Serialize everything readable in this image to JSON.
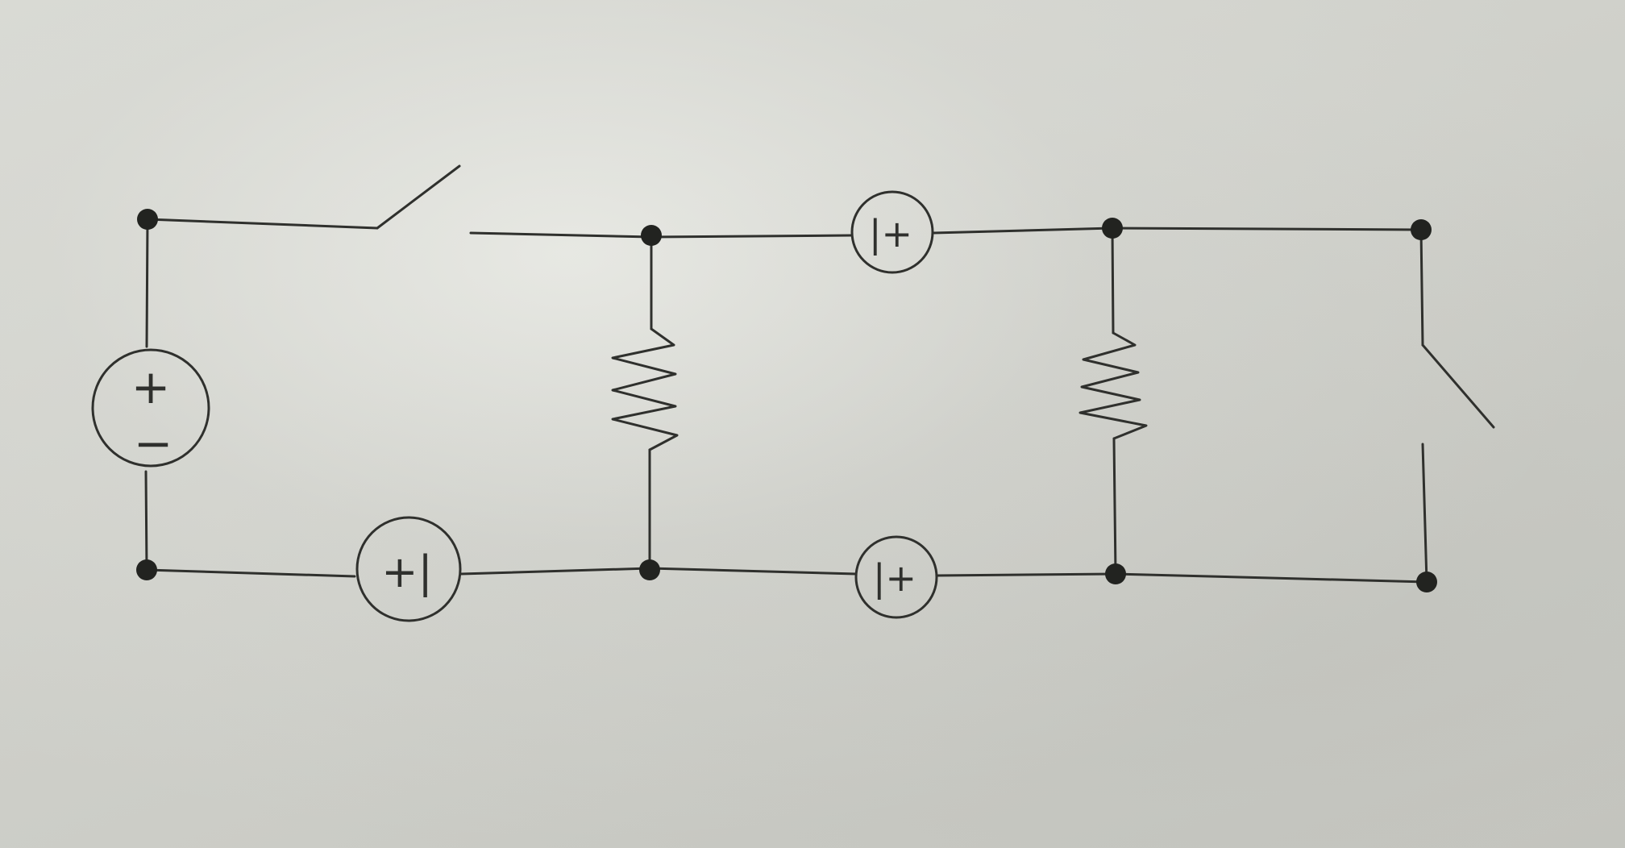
{
  "diagram": {
    "nodes": [
      "node-a",
      "node-b",
      "node-c",
      "node-d",
      "node-e",
      "node-f",
      "node-g",
      "node-h"
    ],
    "sources": [
      {
        "id": "source-left",
        "orientation": "vertical",
        "signs": [
          "+",
          "−"
        ]
      },
      {
        "id": "source-top-middle",
        "orientation": "horizontal",
        "text": "|+"
      },
      {
        "id": "source-bottom-left",
        "orientation": "horizontal",
        "text": "+|"
      },
      {
        "id": "source-bottom-middle",
        "orientation": "horizontal",
        "text": "|+"
      }
    ],
    "components": {
      "switches": [
        "switch-top-left",
        "switch-right"
      ],
      "resistors": [
        "resistor-middle",
        "resistor-right"
      ]
    }
  }
}
